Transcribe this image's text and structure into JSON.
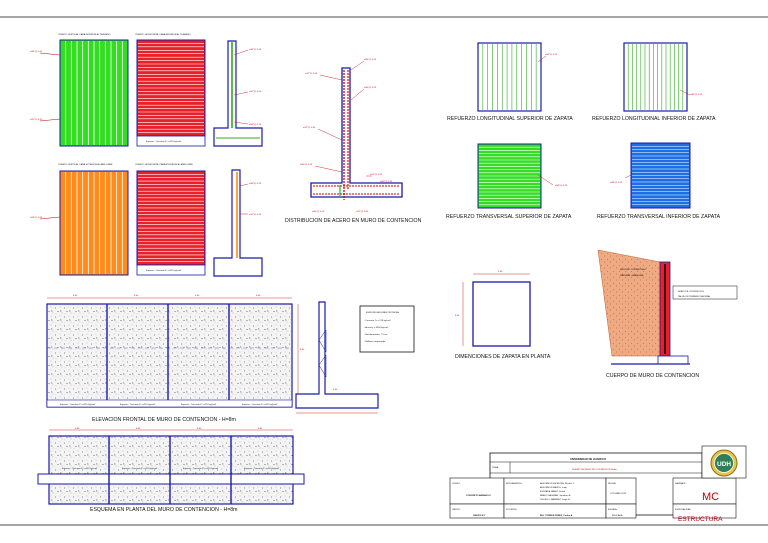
{
  "colors": {
    "green": "#33dd22",
    "orange": "#ff8c1a",
    "red": "#e8202a",
    "blue_outline": "#1a1aa8",
    "blue_fill": "#1e6fe6",
    "rebar_red": "#cc0000",
    "soil": "#e8a07a",
    "title_red": "#d42020"
  },
  "labels": {
    "green_left_header": "CUERPO VERTICAL CARA INTERIOR AL TERRENO",
    "red_top_header": "CUERPO HORIZONTAL CARA INTERIOR AL TERRENO",
    "orange_header": "CUERPO VERTICAL CARA EXTERIOR AL AIRE LIBRE",
    "red_bottom_header": "CUERPO HORIZONTAL CARA EXTERIOR AL AIRE LIBRE",
    "panel_note": "Espacio - Concreto F' c=210 kg/cm2",
    "callout_a": "ø3/4\"@ 0.15",
    "callout_b": "ø1/2\"@ 0.20",
    "callout_c": "ø5/8\"@ 0.25",
    "callout_d": "ø1/2\"@ 0.30",
    "dist_caption": "DISTRIBUCION DE ACERO EN MURO DE CONTENCION",
    "refuerzo_long_sup": "REFUERZO LONGITUDINAL SUPERIOR DE ZAPATA",
    "refuerzo_long_inf": "REFUERZO LONGITUDINAL INFERIOR DE ZAPATA",
    "refuerzo_trans_sup": "REFUERZO TRANSVERSAL SUPERIOR DE ZAPATA",
    "refuerzo_trans_inf": "REFUERZO TRANSVERSAL INFERIOR DE ZAPATA",
    "dim_caption": "DIMENCIONES DE ZAPATA EN PLANTA",
    "cuerpo_caption": "CUERPO DE MURO DE CONTENCION",
    "elev_caption": "ELEVACION FRONTAL DE MURO DE CONTENCION - H=8m",
    "planta_caption": "ESQUEMA EN PLANTA DEL MURO DE CONTENCION - H=8m",
    "dim_600": "6.00",
    "dim_500": "5.00",
    "dim_800": "8.00",
    "legend_title": "ESPECIFICACIONES TECNICAS",
    "legend_line1": "- Concreto f'c = 210 kg/cm2",
    "legend_line2": "- Acero fy = 4200 kg/cm2",
    "legend_line3": "- Recubrimiento: 7.5 cm",
    "legend_line4": "- Relleno compactado",
    "soil_note1": "RELLENO COMPACTADO",
    "soil_note2": "MATERIAL GRANULAR",
    "key_line1": "MURO DE CONTENCION",
    "key_line2": "TALUD DE TERRENO NATURAL"
  },
  "title_block": {
    "university": "UNIVERSIDAD DE HUANUCO",
    "tema_label": "TEMA:",
    "tema": "DISEÑO DE MURO DE CONTENCION H=8m",
    "curso_label": "CURSO:",
    "curso": "CONCRETO ARMADO II",
    "integrantes_label": "INTEGRANTES:",
    "integrantes": [
      "ALBORNOZ ESPINOZA, Nicolás J.",
      "ALBORNOZ RAMOS, Ludy",
      "ESTRADA PANEZ, Kelvin",
      "BRAVO SALAZAR, Jonathan B.",
      "TRUJILLO RAMIREZ, Jorge B."
    ],
    "fecha_label": "FECHA:",
    "fecha": "OCTUBRE 2019",
    "lamina_label": "LAMINA N°:",
    "lamina": "MC",
    "grupo_label": "GRUPO:",
    "grupo": "GRUPO N°7",
    "docente_label": "DOCENTE:",
    "docente": "ING. TORRES PEREZ, Carlos A.",
    "escala_label": "ESCALA:",
    "escala": "INDICADA",
    "especialidad_label": "ESPECIALIDAD:",
    "especialidad": "ESTRUCTURA",
    "logo_text": "UDH"
  }
}
